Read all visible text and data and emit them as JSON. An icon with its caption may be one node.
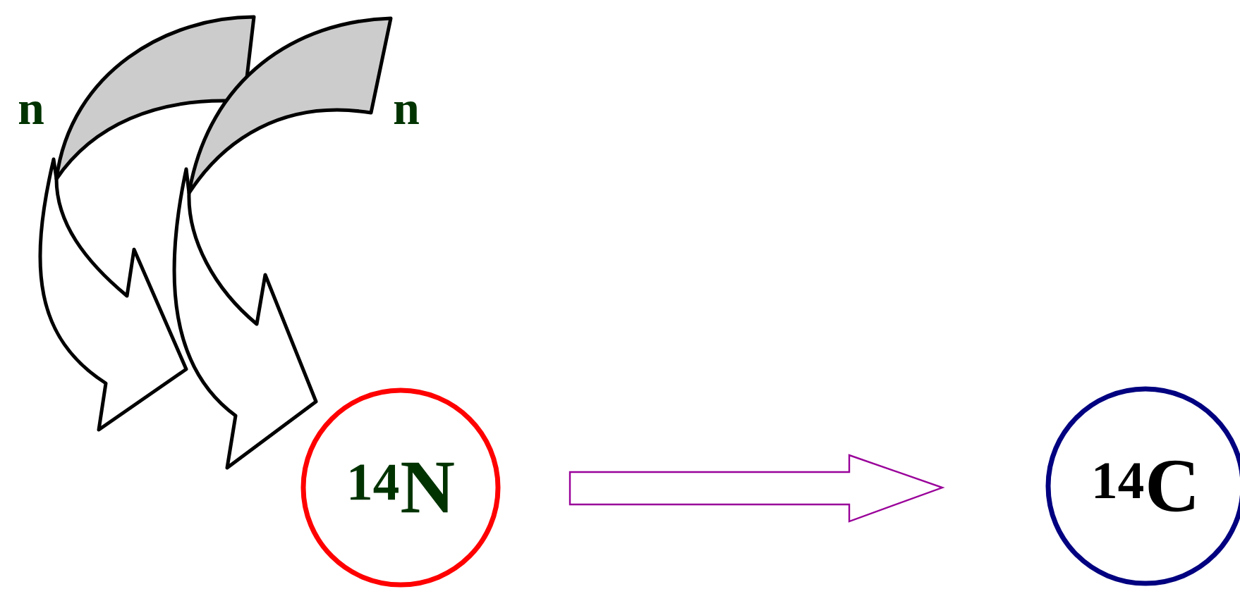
{
  "diagram": {
    "nodes": [
      {
        "text": [
          "n"
        ]
      },
      {
        "text": [
          "n"
        ]
      },
      {
        "text": [
          "$^{14}$N"
        ]
      },
      {
        "text": [
          "$^{14}$C"
        ]
      }
    ],
    "edges": [
      {
        "from": 0,
        "to": 2,
        "arrow": "to"
      },
      {
        "from": 1,
        "to": 2,
        "arrow": "to"
      },
      {
        "from": 2,
        "to": 3,
        "arrow": "to",
        "color": "#990099"
      }
    ]
  }
}
